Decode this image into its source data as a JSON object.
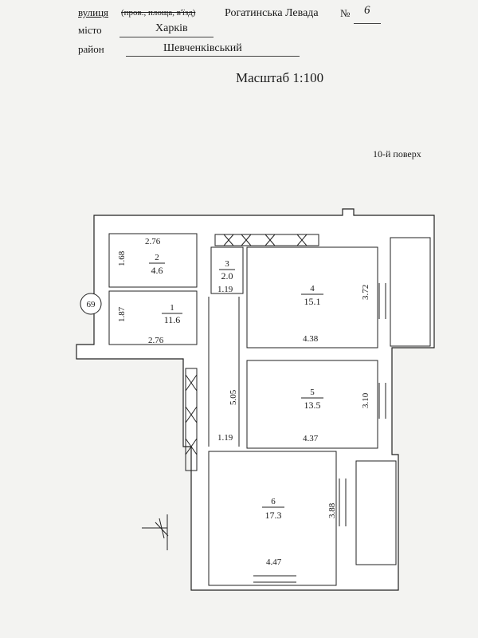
{
  "header": {
    "street_label": "вулиця",
    "street_type_note": "(пров., площа, в'їзд)",
    "street_value": "Рогатинська Левада",
    "number_label": "№",
    "number_value": "6",
    "city_label": "місто",
    "city_value": "Харків",
    "district_label": "район",
    "district_value": "Шевченківський"
  },
  "scale": "Масштаб 1:100",
  "floor": "10-й поверх",
  "plan": {
    "marker": "69",
    "rooms": [
      {
        "num": "1",
        "area": "11.6"
      },
      {
        "num": "2",
        "area": "4.6"
      },
      {
        "num": "3",
        "area": "2.0"
      },
      {
        "num": "4",
        "area": "15.1"
      },
      {
        "num": "5",
        "area": "13.5"
      },
      {
        "num": "6",
        "area": "17.3"
      }
    ],
    "dimensions": {
      "r2_top": "2.76",
      "r2_side": "1.68",
      "r1_side": "1.87",
      "r1_bottom": "2.76",
      "r3_width": "1.19",
      "r4_height": "3.72",
      "r4_width": "4.38",
      "corridor_len": "5.05",
      "r5_height": "3.10",
      "r5_width": "4.37",
      "corridor_bottom": "1.19",
      "r6_height": "3.88",
      "r6_width": "4.47"
    }
  }
}
